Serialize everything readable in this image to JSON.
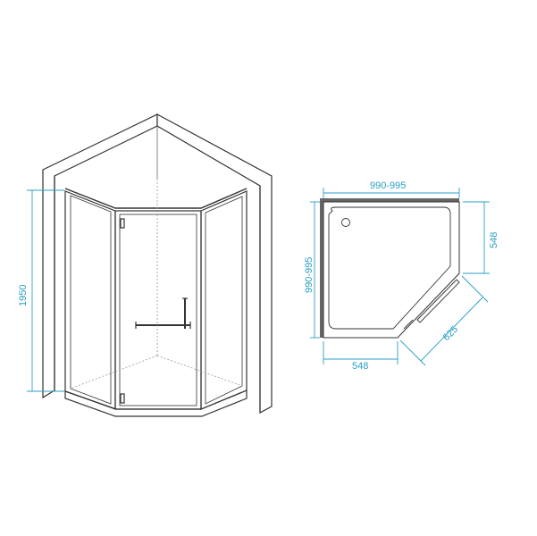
{
  "colors": {
    "outline": "#333333",
    "wall_fill": "#ffffff",
    "dimension": "#2a9fc4",
    "wall_band": "#666666",
    "dotted": "#9a9a9a"
  },
  "front_view": {
    "height_label": "1950"
  },
  "plan_view": {
    "top_width_label": "990-995",
    "left_depth_label": "990-995",
    "right_side_label": "548",
    "bottom_side_label": "548",
    "diagonal_label": "625",
    "drain_icon": "drain-circle-icon"
  }
}
